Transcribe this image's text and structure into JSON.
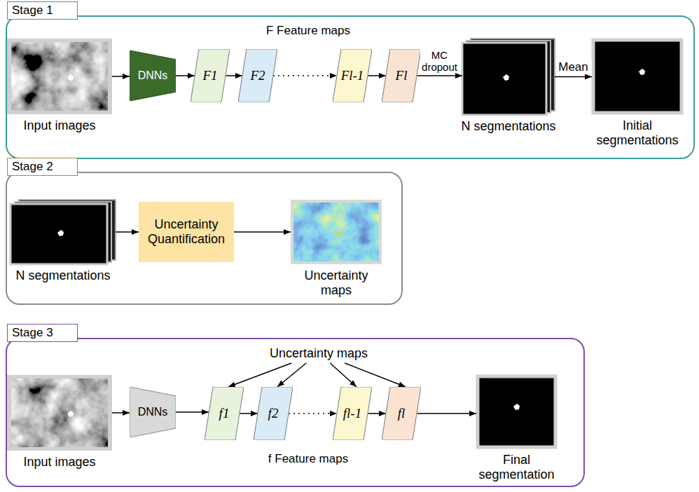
{
  "diagram": {
    "nodes": [
      {
        "text": [
          "Stage 1"
        ]
      },
      {
        "text": [
          "Input images"
        ],
        "in": 0
      },
      {
        "text": [
          "DNNs"
        ],
        "in": 0
      },
      {
        "text": [
          "F1"
        ],
        "in": 0
      },
      {
        "text": [
          "F2"
        ],
        "in": 0
      },
      {
        "text": [
          "Fl-1"
        ],
        "in": 0
      },
      {
        "text": [
          "Fl"
        ],
        "in": 0
      },
      {
        "text": [
          "N segmentations"
        ],
        "in": 0
      },
      {
        "text": [
          "Initial segmentations"
        ],
        "in": 0
      },
      {
        "text": [
          "Stage 2"
        ]
      },
      {
        "text": [
          "N segmentations"
        ],
        "in": 9
      },
      {
        "text": [
          "Uncertainty Quantification"
        ],
        "in": 9
      },
      {
        "text": [
          "Uncertainty maps"
        ],
        "in": 9
      },
      {
        "text": [
          "Stage 3"
        ]
      },
      {
        "text": [
          "Input images"
        ],
        "in": 13
      },
      {
        "text": [
          "DNNs"
        ],
        "in": 13
      },
      {
        "text": [
          "Uncertainty maps"
        ],
        "in": 13
      },
      {
        "text": [
          "f1"
        ],
        "in": 13
      },
      {
        "text": [
          "f2"
        ],
        "in": 13
      },
      {
        "text": [
          "fl-1"
        ],
        "in": 13
      },
      {
        "text": [
          "fl"
        ],
        "in": 13
      },
      {
        "text": [
          "Final segmentation"
        ],
        "in": 13
      }
    ],
    "edges": [
      {
        "from": 1,
        "to": 2,
        "arrow": "to"
      },
      {
        "from": 2,
        "to": 3,
        "arrow": "to"
      },
      {
        "from": 3,
        "to": 4,
        "arrow": "to"
      },
      {
        "from": 4,
        "to": 5,
        "arrow": "to"
      },
      {
        "from": 5,
        "to": 6,
        "arrow": "to"
      },
      {
        "from": 6,
        "to": 7,
        "label": "MC dropout",
        "arrow": "to"
      },
      {
        "from": 7,
        "to": 8,
        "label": "Mean",
        "arrow": "to"
      },
      {
        "from": 10,
        "to": 11,
        "arrow": "to"
      },
      {
        "from": 11,
        "to": 12,
        "arrow": "to"
      },
      {
        "from": 14,
        "to": 15,
        "arrow": "to"
      },
      {
        "from": 15,
        "to": 17,
        "arrow": "to"
      },
      {
        "from": 17,
        "to": 18,
        "arrow": "to"
      },
      {
        "from": 18,
        "to": 19,
        "arrow": "to"
      },
      {
        "from": 19,
        "to": 20,
        "arrow": "to"
      },
      {
        "from": 20,
        "to": 21,
        "arrow": "to"
      },
      {
        "from": 16,
        "to": 17,
        "arrow": "to"
      },
      {
        "from": 16,
        "to": 18,
        "arrow": "to"
      },
      {
        "from": 16,
        "to": 19,
        "arrow": "to"
      },
      {
        "from": 16,
        "to": 20,
        "arrow": "to"
      }
    ],
    "labels": [
      "F Feature maps",
      "f Feature maps"
    ]
  }
}
